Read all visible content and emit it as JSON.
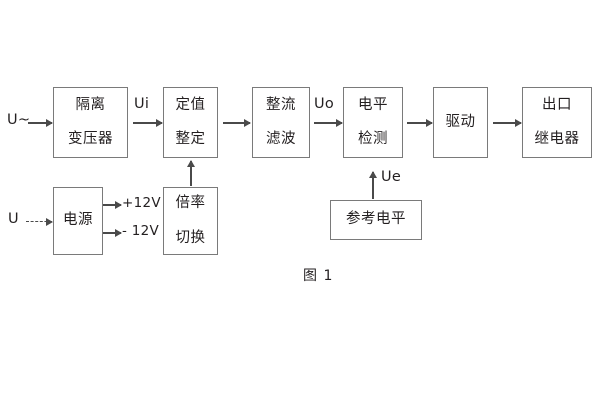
{
  "figure": {
    "caption": "图 1",
    "colors": {
      "box_border": "#7a7a7a",
      "line": "#4a4a4a",
      "text": "#231f20",
      "background": "#ffffff"
    }
  },
  "blocks": {
    "isolation_transformer": {
      "line1": "隔离",
      "line2": "变压器"
    },
    "setting_value": {
      "line1": "定值",
      "line2": "整定"
    },
    "rectify_filter": {
      "line1": "整流",
      "line2": "滤波"
    },
    "level_detection": {
      "line1": "电平",
      "line2": "检测"
    },
    "drive": {
      "line1": "驱动"
    },
    "output_relay": {
      "line1": "出口",
      "line2": "继电器"
    },
    "power_supply": {
      "line1": "电源"
    },
    "multiplier_switch": {
      "line1": "倍率",
      "line2": "切换"
    },
    "reference_level": {
      "line1": "参考电平"
    }
  },
  "signals": {
    "input_ac": "U~",
    "input_dc": "U",
    "ui": "Ui",
    "uo": "Uo",
    "ue": "Ue",
    "rail_positive": "+12V",
    "rail_negative": "- 12V"
  }
}
